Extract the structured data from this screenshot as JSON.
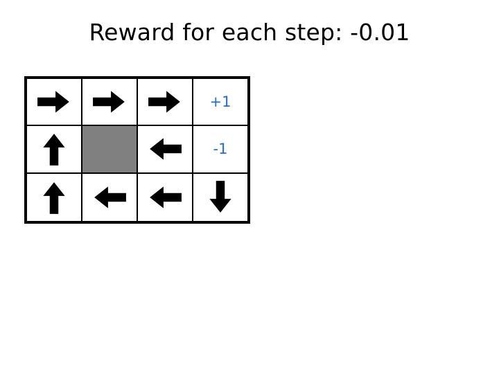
{
  "slide": {
    "title": "Reward for each step: -0.01",
    "background_color": "#ffffff"
  },
  "colors": {
    "grid_border": "#000000",
    "wall_fill": "#808080",
    "arrow_fill": "#000000",
    "terminal_text": "#1f6fc4",
    "cell_fill": "#ffffff"
  },
  "gridworld": {
    "columns": 4,
    "rows": 3,
    "cells": [
      [
        {
          "type": "arrow",
          "icon": "arrow-right-icon",
          "direction": "right",
          "label": ""
        },
        {
          "type": "arrow",
          "icon": "arrow-right-icon",
          "direction": "right",
          "label": ""
        },
        {
          "type": "arrow",
          "icon": "arrow-right-icon",
          "direction": "right",
          "label": ""
        },
        {
          "type": "terminal",
          "icon": "",
          "direction": "",
          "label": "+1"
        }
      ],
      [
        {
          "type": "arrow",
          "icon": "arrow-up-icon",
          "direction": "up",
          "label": ""
        },
        {
          "type": "wall",
          "icon": "",
          "direction": "",
          "label": ""
        },
        {
          "type": "arrow",
          "icon": "arrow-left-icon",
          "direction": "left",
          "label": ""
        },
        {
          "type": "terminal",
          "icon": "",
          "direction": "",
          "label": "-1"
        }
      ],
      [
        {
          "type": "arrow",
          "icon": "arrow-up-icon",
          "direction": "up",
          "label": ""
        },
        {
          "type": "arrow",
          "icon": "arrow-left-icon",
          "direction": "left",
          "label": ""
        },
        {
          "type": "arrow",
          "icon": "arrow-left-icon",
          "direction": "left",
          "label": ""
        },
        {
          "type": "arrow",
          "icon": "arrow-down-icon",
          "direction": "down",
          "label": ""
        }
      ]
    ]
  }
}
